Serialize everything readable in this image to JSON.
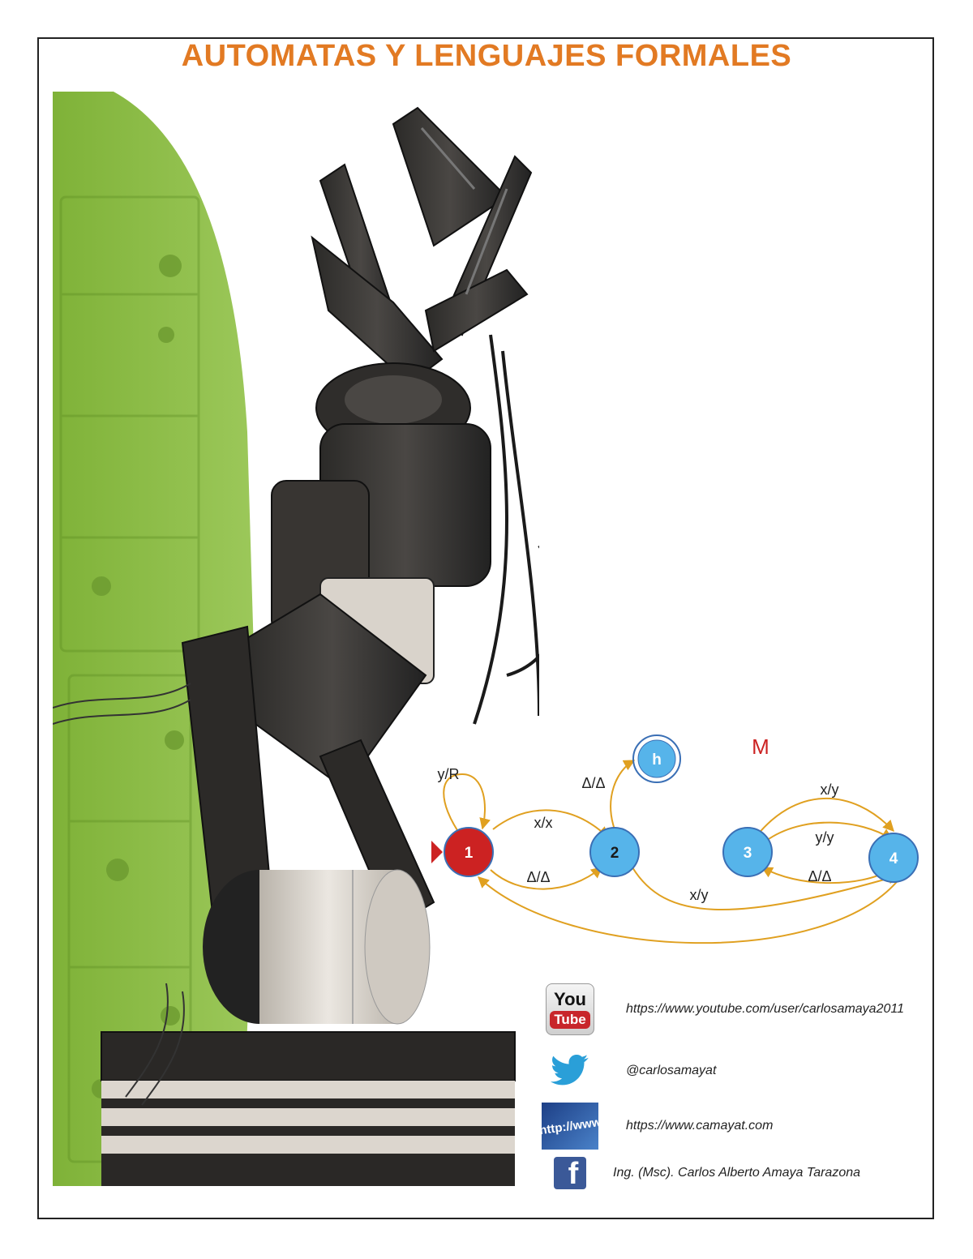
{
  "page": {
    "title": "AUTOMATAS Y LENGUAJES FORMALES"
  },
  "colors": {
    "title": "#e27a23",
    "frame": "#222222",
    "green_panel": "#8cbf3f",
    "state_blue": "#56b4ea",
    "state_start": "#cc2222",
    "arrow": "#e0a020",
    "machine_label": "#cc2222"
  },
  "diagram": {
    "machine_label": "M",
    "states": {
      "s1": "1",
      "s2": "2",
      "s3": "3",
      "s4": "4",
      "h": "h"
    },
    "transitions": {
      "loop_1": "y/R",
      "t_1_2_top": "x/x",
      "t_1_2_bottom": "Δ/Δ",
      "t_2_h": "Δ/Δ",
      "t_3_4_top": "x/y",
      "t_3_4_mid": "y/y",
      "t_3_4_bottom": "Δ/Δ",
      "t_2_4": "x/y"
    }
  },
  "social": [
    {
      "icon": "youtube-icon",
      "text": "https://www.youtube.com/user/carlosamaya2011"
    },
    {
      "icon": "twitter-icon",
      "text": "@carlosamayat"
    },
    {
      "icon": "web-icon",
      "text": "https://www.camayat.com"
    },
    {
      "icon": "facebook-icon",
      "text": "Ing. (Msc). Carlos Alberto Amaya Tarazona"
    }
  ],
  "icons": {
    "youtube_top": "You",
    "youtube_bottom": "Tube",
    "web": "http://www",
    "facebook": "f"
  }
}
